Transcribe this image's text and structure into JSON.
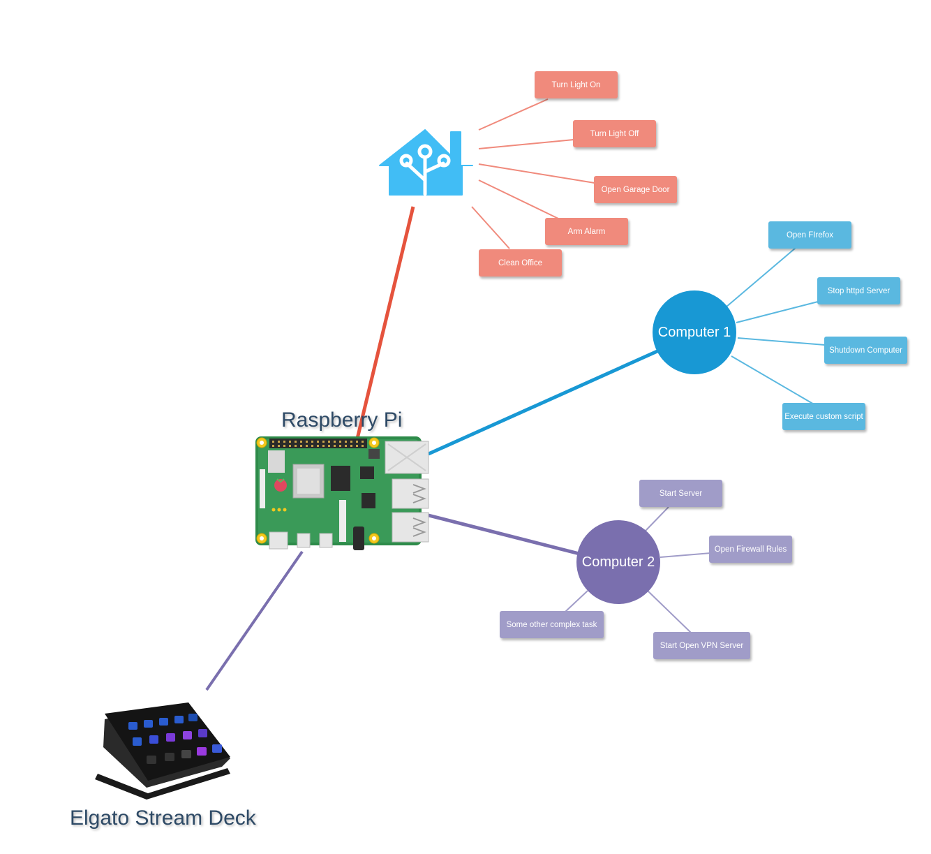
{
  "colors": {
    "home_assistant": "#f08a7c",
    "home_assistant_line": "#e5533d",
    "computer1": "#1898d4",
    "computer1_actions": "#5ab8e0",
    "computer2": "#7a6fae",
    "computer2_actions": "#a09cc8",
    "title_text": "#2e4a66",
    "ha_logo": "#41bdf5"
  },
  "hub": {
    "title": "Raspberry Pi",
    "icon": "raspberry-pi-board-icon"
  },
  "controller": {
    "title": "Elgato Stream Deck",
    "icon": "stream-deck-icon"
  },
  "home_assistant": {
    "icon": "home-assistant-icon",
    "actions": [
      "Turn Light On",
      "Turn Light Off",
      "Open Garage Door",
      "Arm Alarm",
      "Clean Office"
    ]
  },
  "computer1": {
    "label": "Computer 1",
    "actions": [
      "Open FIrefox",
      "Stop httpd Server",
      "Shutdown Computer",
      "Execute custom script"
    ]
  },
  "computer2": {
    "label": "Computer 2",
    "actions": [
      "Start Server",
      "Open Firewall Rules",
      "Start Open VPN Server",
      "Some other complex task"
    ]
  }
}
